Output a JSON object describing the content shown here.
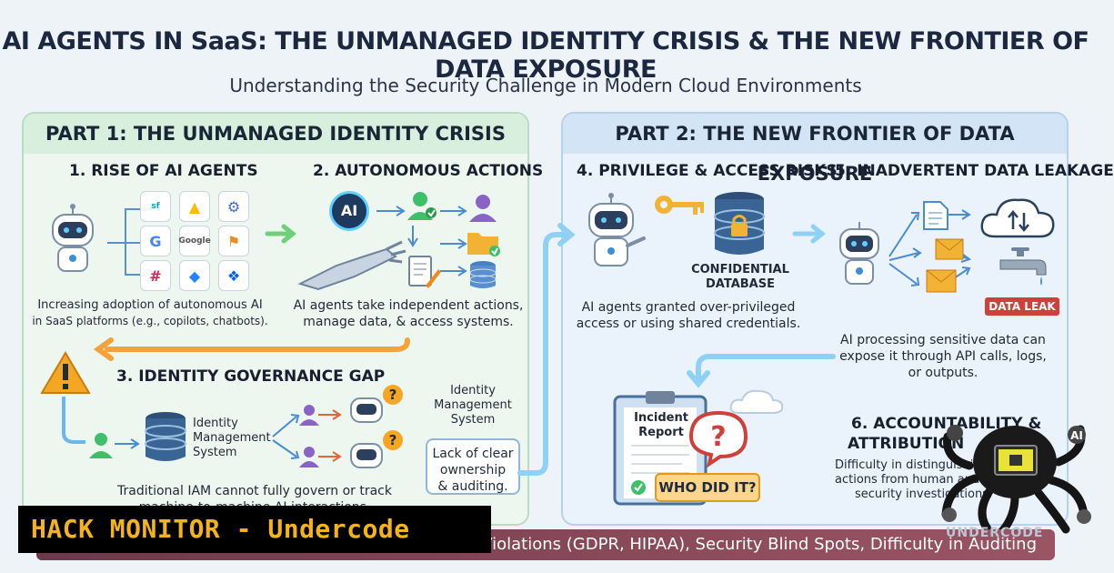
{
  "header": {
    "title": "AI AGENTS IN SaaS: THE UNMANAGED IDENTITY CRISIS & THE NEW FRONTIER OF DATA EXPOSURE",
    "subtitle": "Understanding the Security Challenge in Modern Cloud Environments"
  },
  "part1": {
    "title": "PART 1: THE UNMANAGED IDENTITY CRISIS",
    "s1_title": "1. RISE OF AI AGENTS",
    "s1_desc_line1": "Increasing adoption of autonomous AI",
    "s1_desc_line2": "in SaaS platforms (e.g., copilots, chatbots).",
    "s1_google_label": "Google",
    "s2_title": "2. AUTONOMOUS ACTIONS",
    "s2_ai_label": "AI",
    "s2_desc_line1": "AI agents take independent actions,",
    "s2_desc_line2": "manage data, & access systems.",
    "s3_title": "3. IDENTITY GOVERNANCE GAP",
    "s3_db_label": "Identity Management System",
    "s3_db_label_l1": "Identity",
    "s3_db_label_l2": "Management",
    "s3_db_label_l3": "System",
    "s3_right_label_l1": "Identity",
    "s3_right_label_l2": "Management",
    "s3_right_label_l3": "System",
    "s3_callout_l1": "Lack of clear",
    "s3_callout_l2": "ownership",
    "s3_callout_l3": "& auditing.",
    "s3_desc_line1": "Traditional IAM cannot fully govern or track",
    "s3_desc_line2": "machine-to-machine AI interactions."
  },
  "part2": {
    "title": "PART 2: THE NEW FRONTIER OF DATA EXPOSURE",
    "s4_title": "4. PRIVILEGE & ACCESS RISKS",
    "s4_db_label_l1": "CONFIDENTIAL",
    "s4_db_label_l2": "DATABASE",
    "s4_desc_line1": "AI agents granted over-privileged",
    "s4_desc_line2": "access or using shared credentials.",
    "s5_title": "5. INADVERTENT DATA LEAKAGE",
    "s5_leak_label": "DATA LEAK",
    "s5_desc_line1": "AI processing sensitive data can",
    "s5_desc_line2": "expose it through API calls, logs,",
    "s5_desc_line3": "or outputs.",
    "report_l1": "Incident",
    "report_l2": "Report",
    "who_did_it": "WHO DID IT?",
    "s6_title_l1": "6. ACCOUNTABILITY &",
    "s6_title_l2": "ATTRIBUTION",
    "s6_desc_l1": "Difficulty in distinguishing",
    "s6_desc_l2": "actions from human and",
    "s6_desc_l3": "security investigations."
  },
  "footer": {
    "text": "nce Violations (GDPR, HIPAA), Security Blind Spots, Difficulty in Auditing"
  },
  "banner": {
    "text": "HACK MONITOR - Undercode"
  },
  "watermark": {
    "text": "UNDERCODE"
  },
  "colors": {
    "left_panel": "#eef7ef",
    "right_panel": "#eaf2fb",
    "accent_green": "#3fbf6a",
    "accent_blue": "#3a8fd6",
    "accent_orange": "#f08a1c",
    "banner_text": "#f5b31a",
    "leak_red": "#d0403a"
  }
}
